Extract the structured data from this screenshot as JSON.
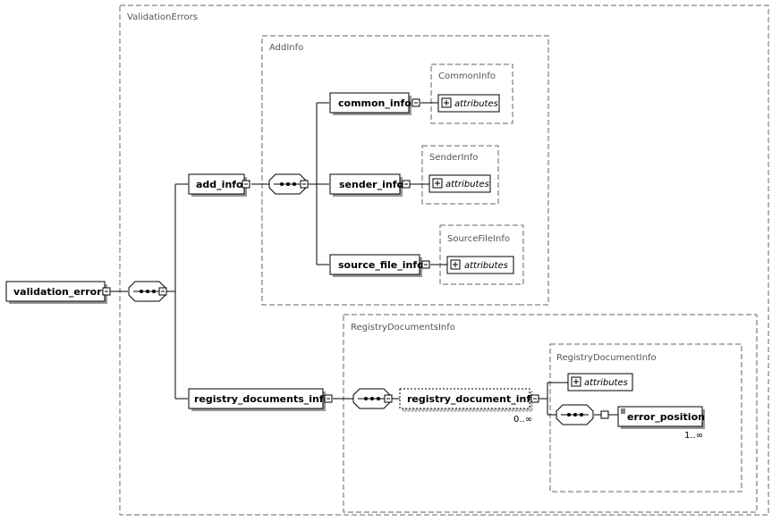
{
  "groups": {
    "validation_errors": "ValidationErrors",
    "add_info": "AddInfo",
    "common_info": "CommonInfo",
    "sender_info": "SenderInfo",
    "source_file_info": "SourceFileInfo",
    "registry_documents_info": "RegistryDocumentsInfo",
    "registry_document_info": "RegistryDocumentInfo"
  },
  "elements": {
    "validation_errors": "validation_errors",
    "add_info": "add_info",
    "common_info": "common_info",
    "sender_info": "sender_info",
    "source_file_info": "source_file_info",
    "registry_documents_info": "registry_documents_info",
    "registry_document_info": "registry_document_info",
    "error_position": "error_position"
  },
  "attributes_label": "attributes",
  "multiplicity": {
    "registry_document_info": "0..∞",
    "error_position": "1..∞"
  }
}
